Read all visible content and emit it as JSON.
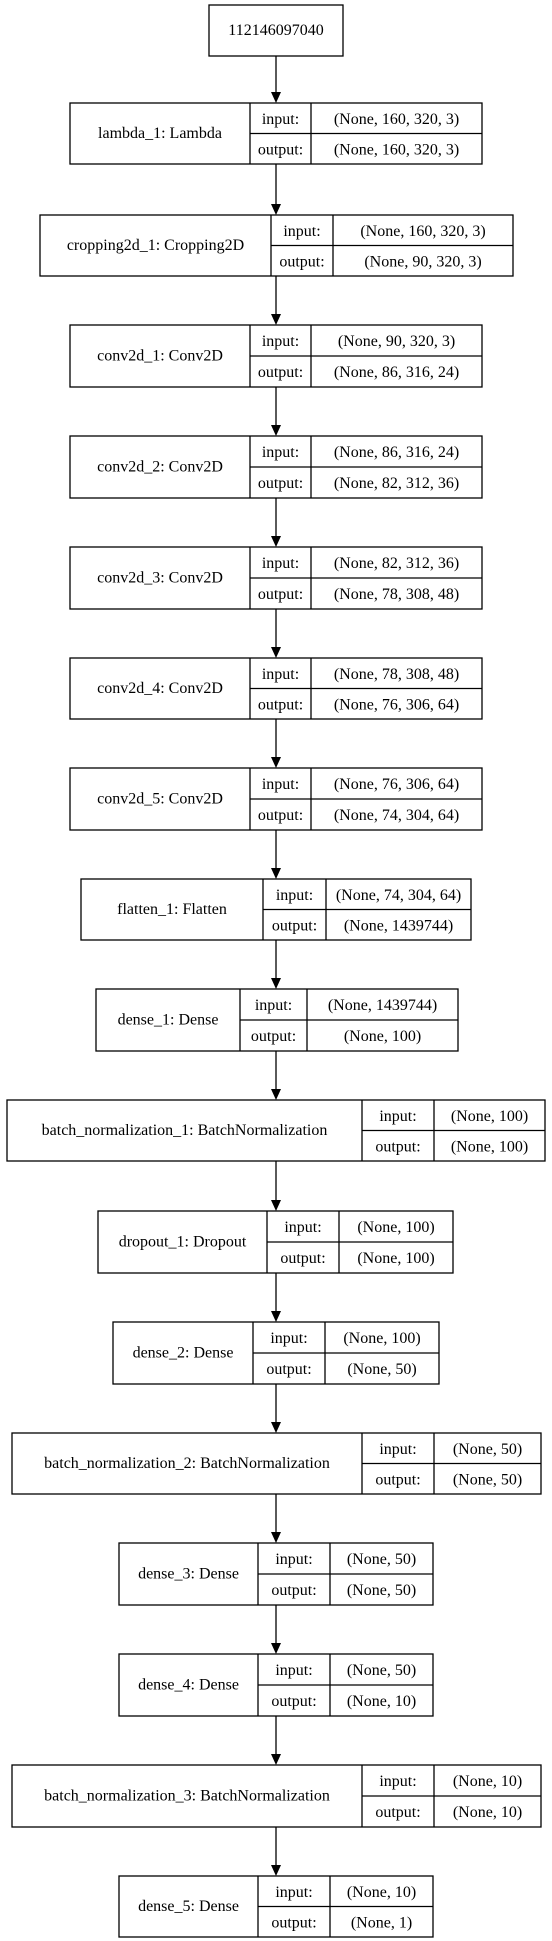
{
  "input_node": {
    "label": "112146097040"
  },
  "port_labels": {
    "input": "input:",
    "output": "output:"
  },
  "layers": [
    {
      "label": "lambda_1: Lambda",
      "input": "(None, 160, 320, 3)",
      "output": "(None, 160, 320, 3)"
    },
    {
      "label": "cropping2d_1: Cropping2D",
      "input": "(None, 160, 320, 3)",
      "output": "(None, 90, 320, 3)"
    },
    {
      "label": "conv2d_1: Conv2D",
      "input": "(None, 90, 320, 3)",
      "output": "(None, 86, 316, 24)"
    },
    {
      "label": "conv2d_2: Conv2D",
      "input": "(None, 86, 316, 24)",
      "output": "(None, 82, 312, 36)"
    },
    {
      "label": "conv2d_3: Conv2D",
      "input": "(None, 82, 312, 36)",
      "output": "(None, 78, 308, 48)"
    },
    {
      "label": "conv2d_4: Conv2D",
      "input": "(None, 78, 308, 48)",
      "output": "(None, 76, 306, 64)"
    },
    {
      "label": "conv2d_5: Conv2D",
      "input": "(None, 76, 306, 64)",
      "output": "(None, 74, 304, 64)"
    },
    {
      "label": "flatten_1: Flatten",
      "input": "(None, 74, 304, 64)",
      "output": "(None, 1439744)"
    },
    {
      "label": "dense_1: Dense",
      "input": "(None, 1439744)",
      "output": "(None, 100)"
    },
    {
      "label": "batch_normalization_1: BatchNormalization",
      "input": "(None, 100)",
      "output": "(None, 100)"
    },
    {
      "label": "dropout_1: Dropout",
      "input": "(None, 100)",
      "output": "(None, 100)"
    },
    {
      "label": "dense_2: Dense",
      "input": "(None, 100)",
      "output": "(None, 50)"
    },
    {
      "label": "batch_normalization_2: BatchNormalization",
      "input": "(None, 50)",
      "output": "(None, 50)"
    },
    {
      "label": "dense_3: Dense",
      "input": "(None, 50)",
      "output": "(None, 50)"
    },
    {
      "label": "dense_4: Dense",
      "input": "(None, 50)",
      "output": "(None, 10)"
    },
    {
      "label": "batch_normalization_3: BatchNormalization",
      "input": "(None, 10)",
      "output": "(None, 10)"
    },
    {
      "label": "dense_5: Dense",
      "input": "(None, 10)",
      "output": "(None, 1)"
    }
  ]
}
